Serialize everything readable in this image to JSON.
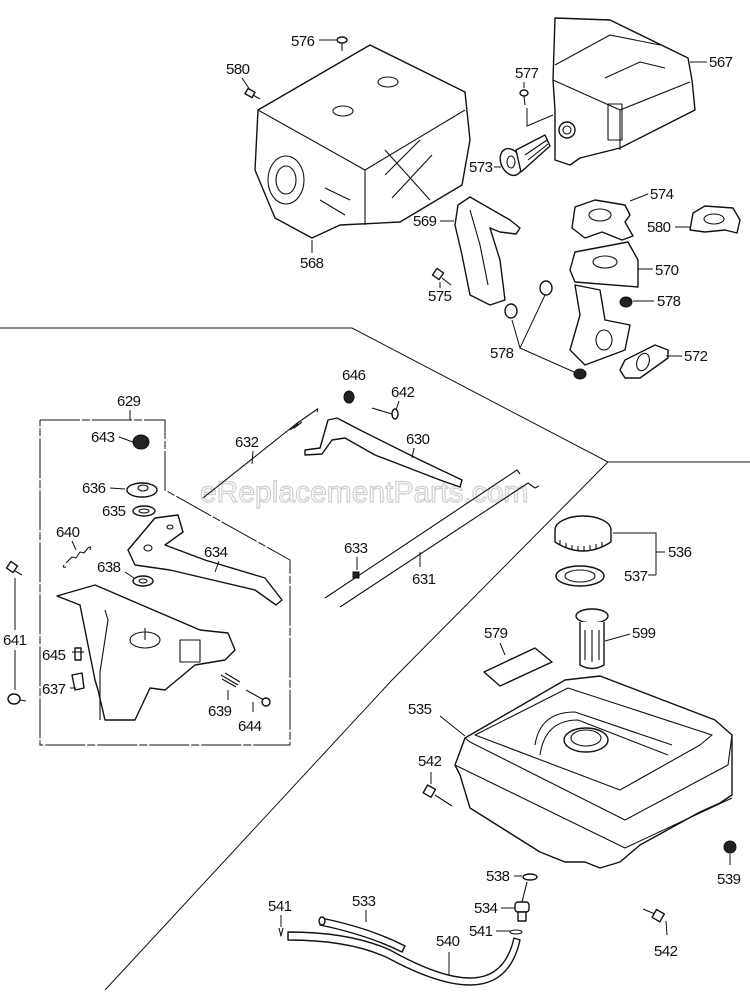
{
  "diagram": {
    "title": "Engine Parts Exploded View",
    "watermark": "eReplacementParts.com",
    "sections": [
      {
        "name": "muffler-group",
        "parts": [
          "576",
          "580",
          "567",
          "577",
          "573",
          "568",
          "569",
          "574",
          "580",
          "570",
          "575",
          "578",
          "578",
          "572"
        ]
      },
      {
        "name": "control-group",
        "parts": [
          "629",
          "643",
          "636",
          "635",
          "640",
          "634",
          "638",
          "641",
          "645",
          "637",
          "639",
          "644",
          "646",
          "642",
          "632",
          "630",
          "633",
          "631"
        ]
      },
      {
        "name": "fuel-tank-group",
        "parts": [
          "536",
          "537",
          "599",
          "579",
          "535",
          "542",
          "539",
          "538",
          "534",
          "541",
          "533",
          "540",
          "541",
          "542"
        ]
      }
    ],
    "labels": {
      "p576": "576",
      "p580a": "580",
      "p567": "567",
      "p577": "577",
      "p573": "573",
      "p568": "568",
      "p569": "569",
      "p574": "574",
      "p580b": "580",
      "p570": "570",
      "p575": "575",
      "p578a": "578",
      "p578b": "578",
      "p572": "572",
      "p629": "629",
      "p643": "643",
      "p636": "636",
      "p635": "635",
      "p640": "640",
      "p634": "634",
      "p638": "638",
      "p641": "641",
      "p645": "645",
      "p637": "637",
      "p639": "639",
      "p644": "644",
      "p646": "646",
      "p642": "642",
      "p632": "632",
      "p630": "630",
      "p633": "633",
      "p631": "631",
      "p536": "536",
      "p537": "537",
      "p599": "599",
      "p579": "579",
      "p535": "535",
      "p542a": "542",
      "p539": "539",
      "p538": "538",
      "p534": "534",
      "p541a": "541",
      "p541b": "541",
      "p533": "533",
      "p540": "540",
      "p542b": "542"
    }
  }
}
